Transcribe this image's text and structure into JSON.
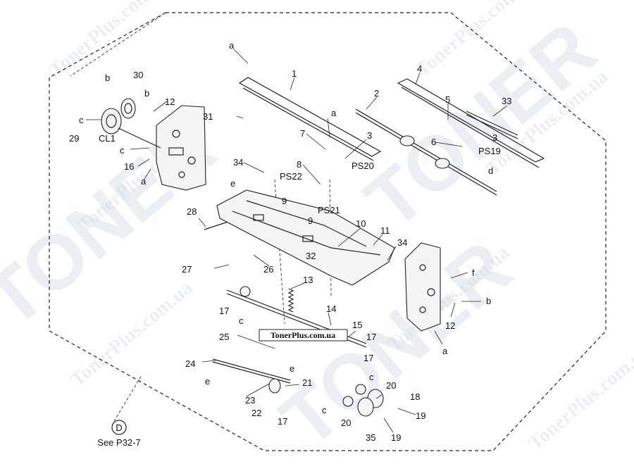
{
  "watermark": {
    "brand": "TONER",
    "site": "TonerPlus.com.ua"
  },
  "banner": "TonerPlus.com.ua",
  "reference": {
    "letter": "D",
    "note": "See P32-7"
  },
  "callouts": {
    "a1": "a",
    "a2": "a",
    "a3": "a",
    "a4": "a",
    "b1": "b",
    "b2": "b",
    "b3": "b",
    "c1": "c",
    "c2": "c",
    "c3": "c",
    "c4": "c",
    "c5": "c",
    "d1": "d",
    "e1": "e",
    "e2": "e",
    "e3": "e",
    "f1": "f",
    "n1": "1",
    "n2": "2",
    "n3a": "3",
    "n3b": "3",
    "n4": "4",
    "n5": "5",
    "n6": "6",
    "n7": "7",
    "n8": "8",
    "n9a": "9",
    "n9b": "9",
    "n10": "10",
    "n11": "11",
    "n12a": "12",
    "n12b": "12",
    "n13": "13",
    "n14": "14",
    "n15": "15",
    "n16": "16",
    "n17a": "17",
    "n17b": "17",
    "n17c": "17",
    "n17d": "17",
    "n18": "18",
    "n19a": "19",
    "n19b": "19",
    "n20a": "20",
    "n20b": "20",
    "n21": "21",
    "n22": "22",
    "n23": "23",
    "n24": "24",
    "n25": "25",
    "n26": "26",
    "n27": "27",
    "n28": "28",
    "n29": "29",
    "n30": "30",
    "n31": "31",
    "n32": "32",
    "n33": "33",
    "n34a": "34",
    "n34b": "34",
    "n35": "35",
    "cl1": "CL1",
    "ps19": "PS19",
    "ps20": "PS20",
    "ps21": "PS21",
    "ps22": "PS22"
  }
}
